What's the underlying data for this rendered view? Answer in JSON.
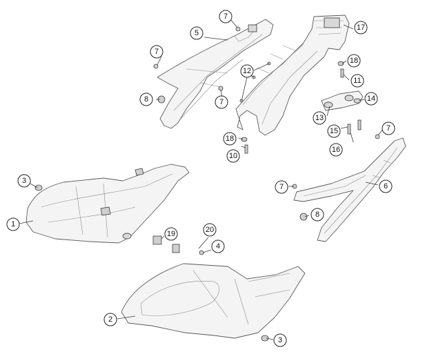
{
  "diagram": {
    "callouts": [
      {
        "id": "c1",
        "label": "1"
      },
      {
        "id": "c2",
        "label": "2"
      },
      {
        "id": "c3a",
        "label": "3"
      },
      {
        "id": "c3b",
        "label": "3"
      },
      {
        "id": "c4",
        "label": "4"
      },
      {
        "id": "c5",
        "label": "5"
      },
      {
        "id": "c6",
        "label": "6"
      },
      {
        "id": "c7a",
        "label": "7"
      },
      {
        "id": "c7b",
        "label": "7"
      },
      {
        "id": "c7c",
        "label": "7"
      },
      {
        "id": "c7d",
        "label": "7"
      },
      {
        "id": "c7e",
        "label": "7"
      },
      {
        "id": "c8a",
        "label": "8"
      },
      {
        "id": "c8b",
        "label": "8"
      },
      {
        "id": "c10",
        "label": "10"
      },
      {
        "id": "c11",
        "label": "11"
      },
      {
        "id": "c12",
        "label": "12"
      },
      {
        "id": "c13",
        "label": "13"
      },
      {
        "id": "c14",
        "label": "14"
      },
      {
        "id": "c15",
        "label": "15"
      },
      {
        "id": "c16",
        "label": "16"
      },
      {
        "id": "c17",
        "label": "17"
      },
      {
        "id": "c18a",
        "label": "18"
      },
      {
        "id": "c18b",
        "label": "18"
      },
      {
        "id": "c19",
        "label": "19"
      },
      {
        "id": "c20",
        "label": "20"
      }
    ]
  }
}
